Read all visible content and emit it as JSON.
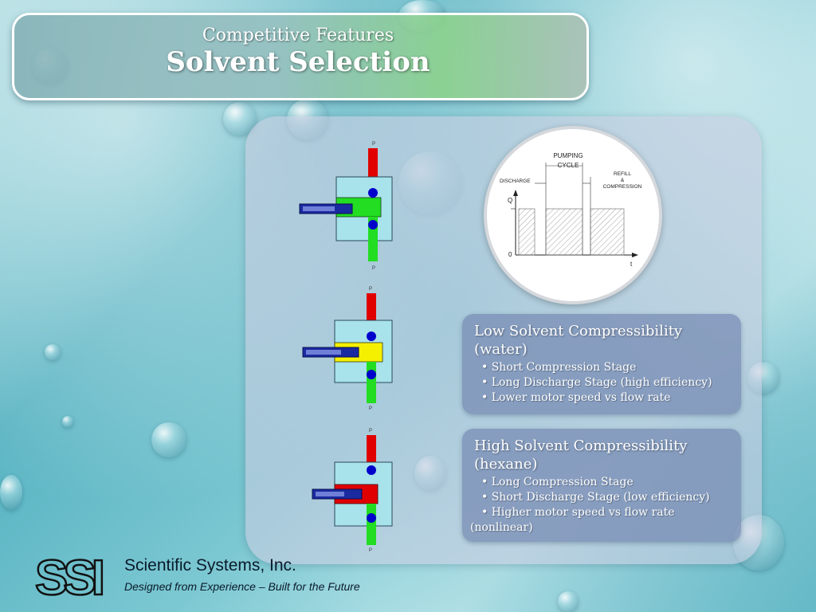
{
  "header": {
    "subtitle": "Competitive Features",
    "title": "Solvent Selection"
  },
  "pump_diagram": {
    "label_top": "P",
    "label_bottom": "P"
  },
  "cycle_chart": {
    "heading_pumping": "PUMPING",
    "heading_cycle": "CYCLE",
    "discharge_label": "DISCHARGE",
    "refill_label": "REFILL",
    "amp_label": "&",
    "compression_label": "COMPRESSION",
    "y_axis_label": "Q",
    "y_zero_label": "0",
    "x_axis_label": "t"
  },
  "info_low": {
    "heading": "Low Solvent Compressibility (water)",
    "bullets": [
      "• Short Compression Stage",
      "• Long Discharge Stage (high efficiency)",
      "• Lower motor speed vs flow rate"
    ]
  },
  "info_high": {
    "heading": "High Solvent Compressibility (hexane)",
    "bullets": [
      "• Long Compression Stage",
      "• Short Discharge Stage (low efficiency)",
      "• Higher motor speed vs flow rate",
      "(nonlinear)"
    ]
  },
  "footer": {
    "logo_text": "SSI",
    "company": "Scientific Systems, Inc.",
    "tagline": "Designed from Experience – Built for the Future"
  },
  "colors": {
    "discharge_green": "#22dd22",
    "compression_yellow": "#f5f000",
    "refill_red": "#e00000",
    "valve_blue": "#0000cc",
    "piston_blue": "#1a2aa0",
    "body_cyan": "#a8e2ea"
  }
}
